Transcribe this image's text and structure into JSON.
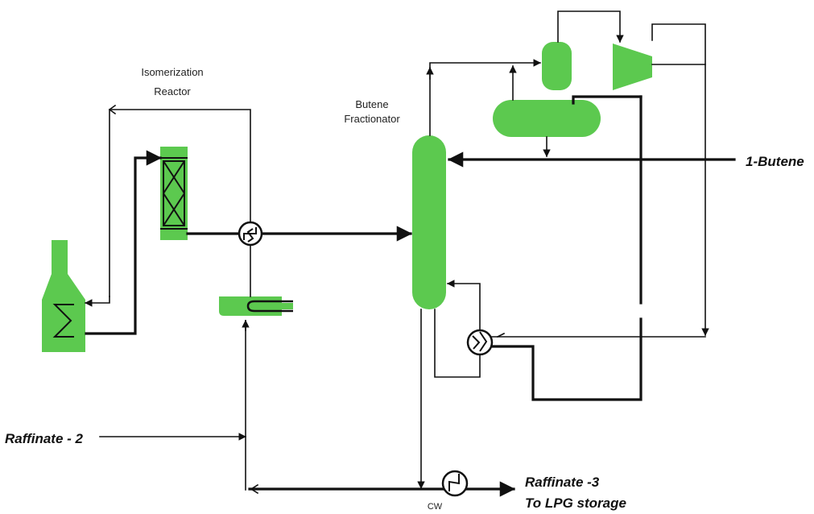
{
  "labels": {
    "reactor_line1": "Isomerization",
    "reactor_line2": "Reactor",
    "fractionator_line1": "Butene",
    "fractionator_line2": "Fractionator",
    "cooling_water": "CW"
  },
  "streams": {
    "feed": "Raffinate - 2",
    "product_top": "1-Butene",
    "product_bottom_line1": "Raffinate -3",
    "product_bottom_line2": "To LPG storage"
  },
  "colors": {
    "equipment": "#5cc94f",
    "pipe": "#111111",
    "background": "#ffffff"
  },
  "icons": {
    "furnace": "fired-heater-icon",
    "reactor": "fixed-bed-reactor-icon",
    "exchanger": "heat-exchanger-icon",
    "column": "distillation-column-icon",
    "drum": "reflux-drum-icon",
    "compressor": "compressor-icon"
  }
}
